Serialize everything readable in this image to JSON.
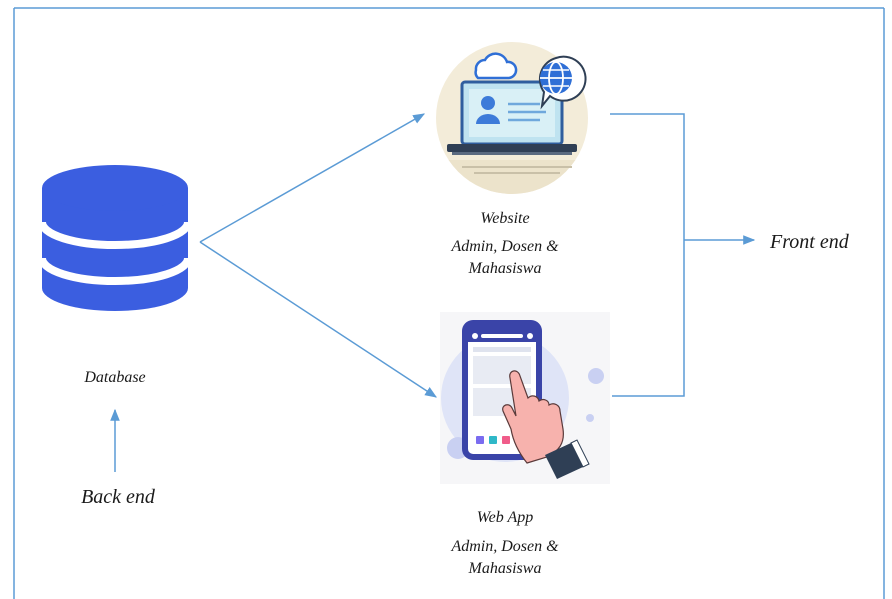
{
  "diagram": {
    "database": {
      "label": "Database",
      "icon": "database-icon",
      "color": "#3b5ee0"
    },
    "backend": {
      "label": "Back end"
    },
    "frontend": {
      "label": "Front end"
    },
    "website": {
      "title": "Website",
      "subtitle": "Admin, Dosen & Mahasiswa",
      "icon": "laptop-website-icon"
    },
    "webapp": {
      "title": "Web App",
      "subtitle": "Admin, Dosen & Mahasiswa",
      "icon": "phone-webapp-icon"
    },
    "colors": {
      "arrow": "#5b9bd5",
      "frame": "#5b9bd5",
      "accent_blue": "#2f6fd6"
    }
  }
}
